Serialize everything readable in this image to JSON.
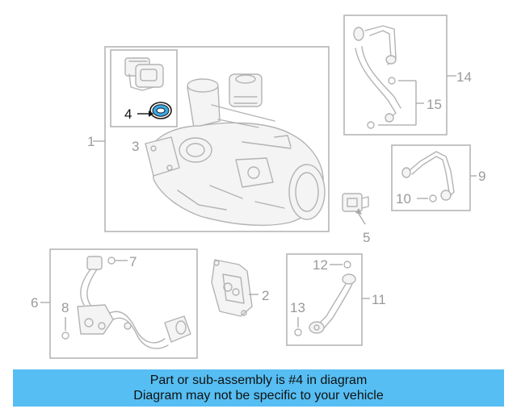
{
  "callouts": {
    "c1": "1",
    "c2": "2",
    "c3": "3",
    "c4": "4",
    "c5": "5",
    "c6": "6",
    "c7": "7",
    "c8": "8",
    "c9": "9",
    "c10": "10",
    "c11": "11",
    "c12": "12",
    "c13": "13",
    "c14": "14",
    "c15": "15"
  },
  "highlighted_part": "4",
  "colors": {
    "highlight_part": "#3aa8e8",
    "banner": "#56bef3",
    "line_art": "#b3b3b3"
  },
  "banner": {
    "line1": "Part or sub-assembly is #4 in diagram",
    "line2": "Diagram may not be specific to your vehicle"
  }
}
